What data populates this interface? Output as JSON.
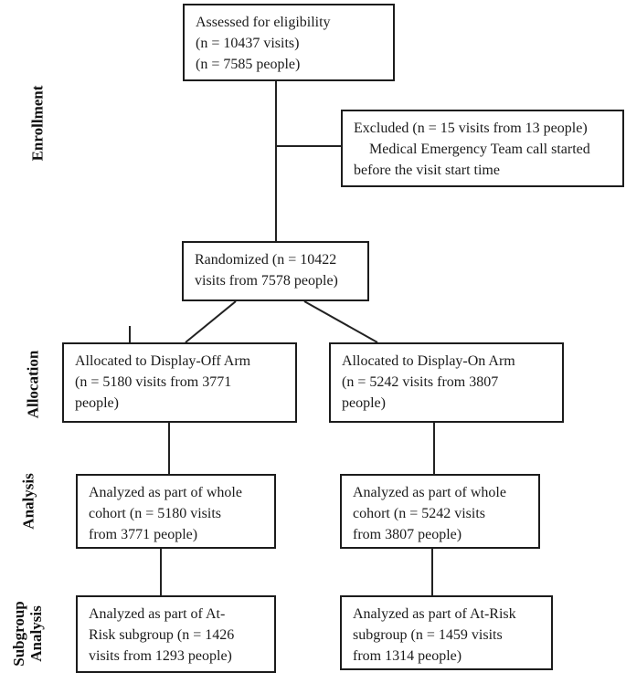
{
  "diagram_type": "CONSORT randomized trial flow diagram",
  "stage_labels": [
    {
      "label": "Enrollment"
    },
    {
      "label": "Allocation"
    },
    {
      "label": "Analysis"
    },
    {
      "label": "Subgroup Analysis"
    }
  ],
  "boxes": {
    "assessed": {
      "lines": [
        "Assessed for eligibility",
        "(n = 10437 visits)",
        "(n = 7585 people)"
      ]
    },
    "excluded": {
      "lines": [
        "Excluded (n = 15 visits from 13 people)",
        "Medical Emergency Team call started",
        "before the visit start time"
      ]
    },
    "randomized": {
      "lines": [
        "Randomized (n = 10422",
        "visits from 7578 people)"
      ]
    },
    "allocated_off": {
      "lines": [
        "Allocated to Display-Off Arm",
        "(n = 5180 visits from 3771",
        "people)"
      ]
    },
    "allocated_on": {
      "lines": [
        "Allocated to Display-On Arm",
        "(n = 5242 visits from 3807",
        "people)"
      ]
    },
    "analyzed_off": {
      "lines": [
        "Analyzed as part of whole",
        "cohort (n = 5180 visits",
        "from 3771 people)"
      ]
    },
    "analyzed_on": {
      "lines": [
        "Analyzed as part of whole",
        "cohort (n = 5242 visits",
        "from 3807 people)"
      ]
    },
    "subgroup_off": {
      "lines": [
        "Analyzed as part of At-",
        "Risk subgroup (n = 1426",
        "visits from 1293 people)"
      ]
    },
    "subgroup_on": {
      "lines": [
        "Analyzed as part of At-Risk",
        "subgroup (n = 1459 visits",
        "from 1314 people)"
      ]
    }
  },
  "colors": {
    "box_border": "#1c1c1c",
    "line": "#222222",
    "text": "#1b1b1b",
    "background": "#ffffff"
  }
}
